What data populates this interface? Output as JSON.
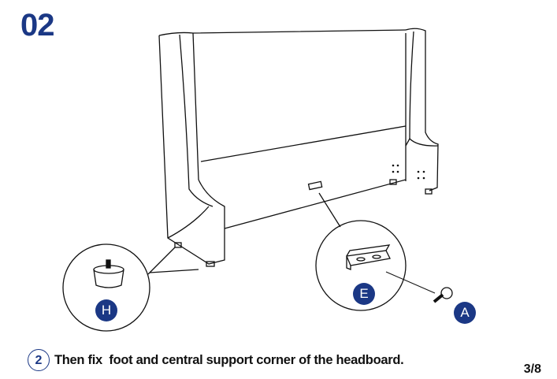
{
  "step": "02",
  "parts": {
    "foot": "H",
    "bracket": "E",
    "screw": "A"
  },
  "instruction": {
    "number": "2",
    "text": "Then fix  foot and central support corner of the headboard."
  },
  "page": "3/8",
  "colors": {
    "accent": "#1b3885"
  }
}
